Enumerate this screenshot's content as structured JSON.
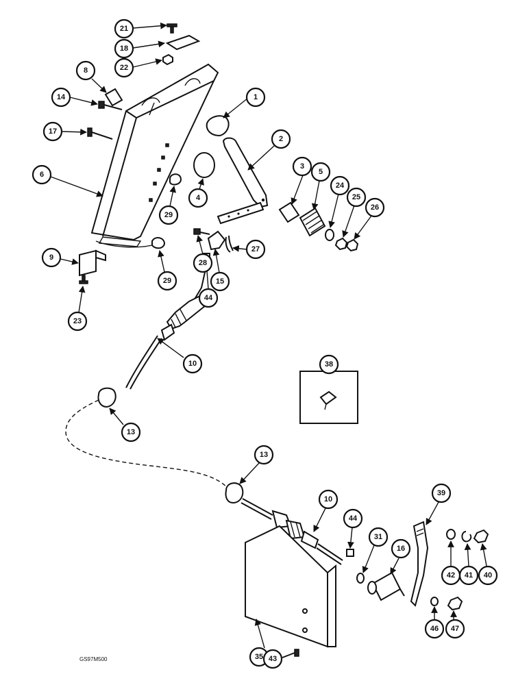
{
  "drawing_code": "GS97M500",
  "parts": [
    "1",
    "2",
    "3",
    "4",
    "5",
    "6",
    "8",
    "9",
    "10",
    "13",
    "14",
    "15",
    "16",
    "17",
    "18",
    "21",
    "22",
    "23",
    "24",
    "25",
    "26",
    "27",
    "28",
    "29",
    "31",
    "35",
    "38",
    "39",
    "40",
    "41",
    "42",
    "43",
    "44",
    "46",
    "47"
  ]
}
